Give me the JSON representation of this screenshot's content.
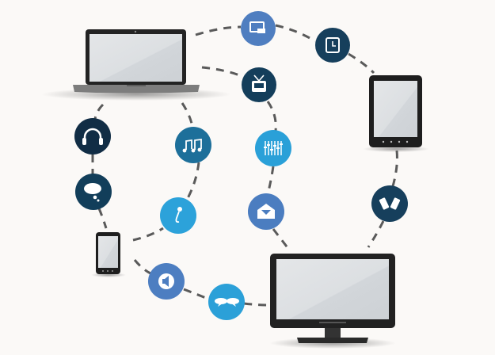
{
  "colors": {
    "background": "#fbf9f7",
    "navy": "#133a56",
    "blue": "#4c7ec0",
    "cyan": "#2aa0d8",
    "teal": "#1c6f9a",
    "device_frame": "#2a2a2a",
    "screen": "#dde0e3",
    "connector": "#5a5a5a"
  },
  "devices": [
    "laptop",
    "tablet",
    "smartphone",
    "desktop-monitor"
  ],
  "icons": [
    {
      "name": "screen-cast-icon",
      "color": "#4f7ec0"
    },
    {
      "name": "tablet-app-icon",
      "color": "#163f5c"
    },
    {
      "name": "tv-icon",
      "color": "#143e5b"
    },
    {
      "name": "headphones-icon",
      "color": "#112d45"
    },
    {
      "name": "music-notes-icon",
      "color": "#1d6f9a"
    },
    {
      "name": "equalizer-icon",
      "color": "#2aa0d8"
    },
    {
      "name": "thought-bubble-icon",
      "color": "#123e5a"
    },
    {
      "name": "microphone-icon",
      "color": "#2ca2da"
    },
    {
      "name": "mail-icon",
      "color": "#4b7dc0"
    },
    {
      "name": "mobile-phones-icon",
      "color": "#163f5c"
    },
    {
      "name": "speaker-icon",
      "color": "#4d7ec1"
    },
    {
      "name": "chat-bubbles-icon",
      "color": "#2ba0d8"
    }
  ]
}
